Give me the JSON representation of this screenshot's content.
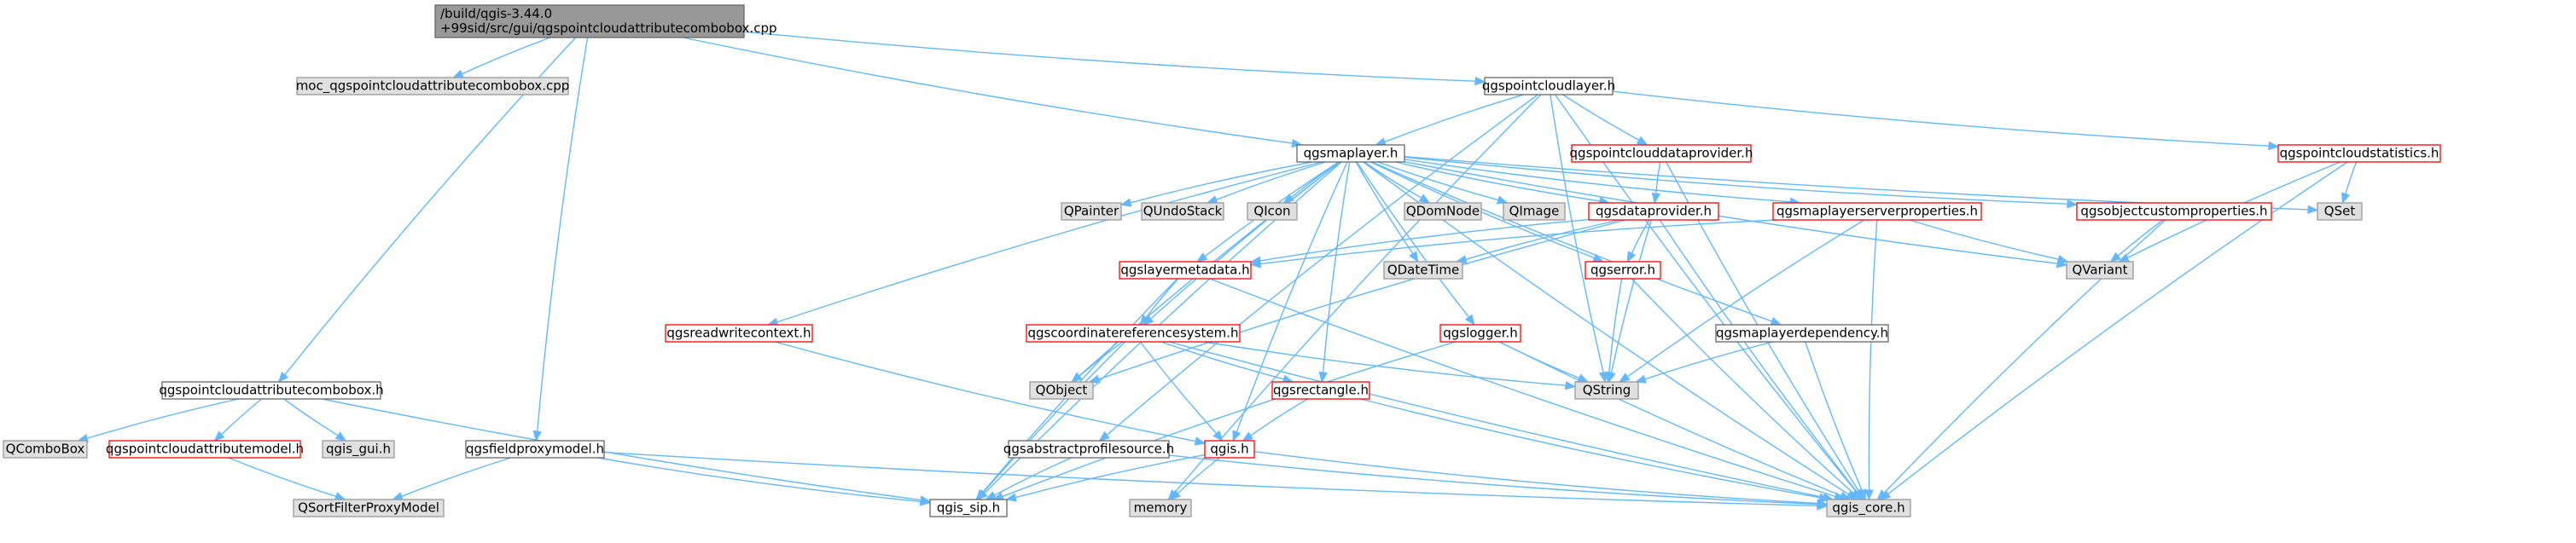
{
  "colors": {
    "edge": "#63b8ff",
    "root_fill": "#999999",
    "root_border": "#666666",
    "default_fill": "#ffffff",
    "default_border": "#666666",
    "truncated_border": "#ff0000",
    "external_fill": "#e0e0e0",
    "external_border": "#999999",
    "text": "#000000"
  },
  "nodes": [
    {
      "id": "root",
      "kind": "root",
      "lines": [
        "/build/qgis-3.44.0",
        "+99sid/src/gui/qgspointcloudattributecombobox.cpp"
      ]
    },
    {
      "id": "moc",
      "kind": "external",
      "lines": [
        "moc_qgspointcloudattributecombobox.cpp"
      ]
    },
    {
      "id": "pclayer",
      "kind": "default",
      "lines": [
        "qgspointcloudlayer.h"
      ]
    },
    {
      "id": "maplayer",
      "kind": "default",
      "lines": [
        "qgsmaplayer.h"
      ]
    },
    {
      "id": "pcprovider",
      "kind": "truncated",
      "lines": [
        "qgspointclouddataprovider.h"
      ]
    },
    {
      "id": "pcstats",
      "kind": "truncated",
      "lines": [
        "qgspointcloudstatistics.h"
      ]
    },
    {
      "id": "qpainter",
      "kind": "external",
      "lines": [
        "QPainter"
      ]
    },
    {
      "id": "qundostack",
      "kind": "external",
      "lines": [
        "QUndoStack"
      ]
    },
    {
      "id": "qicon",
      "kind": "external",
      "lines": [
        "QIcon"
      ]
    },
    {
      "id": "qdomnode",
      "kind": "external",
      "lines": [
        "QDomNode"
      ]
    },
    {
      "id": "qimage",
      "kind": "external",
      "lines": [
        "QImage"
      ]
    },
    {
      "id": "dataprovider",
      "kind": "truncated",
      "lines": [
        "qgsdataprovider.h"
      ]
    },
    {
      "id": "mlserverprops",
      "kind": "truncated",
      "lines": [
        "qgsmaplayerserverproperties.h"
      ]
    },
    {
      "id": "objcustomprops",
      "kind": "truncated",
      "lines": [
        "qgsobjectcustomproperties.h"
      ]
    },
    {
      "id": "qset",
      "kind": "external",
      "lines": [
        "QSet"
      ]
    },
    {
      "id": "qdatetime",
      "kind": "external",
      "lines": [
        "QDateTime"
      ]
    },
    {
      "id": "layermetadata",
      "kind": "truncated",
      "lines": [
        "qgslayermetadata.h"
      ]
    },
    {
      "id": "error",
      "kind": "truncated",
      "lines": [
        "qgserror.h"
      ]
    },
    {
      "id": "qvariant",
      "kind": "external",
      "lines": [
        "QVariant"
      ]
    },
    {
      "id": "readwritectx",
      "kind": "truncated",
      "lines": [
        "qgsreadwritecontext.h"
      ]
    },
    {
      "id": "crs",
      "kind": "truncated",
      "lines": [
        "qgscoordinatereferencesystem.h"
      ]
    },
    {
      "id": "logger",
      "kind": "truncated",
      "lines": [
        "qgslogger.h"
      ]
    },
    {
      "id": "mldependency",
      "kind": "default",
      "lines": [
        "qgsmaplayerdependency.h"
      ]
    },
    {
      "id": "qobject",
      "kind": "external",
      "lines": [
        "QObject"
      ]
    },
    {
      "id": "qstring",
      "kind": "external",
      "lines": [
        "QString"
      ]
    },
    {
      "id": "rectangle",
      "kind": "truncated",
      "lines": [
        "qgsrectangle.h"
      ]
    },
    {
      "id": "combobox",
      "kind": "default",
      "lines": [
        "qgspointcloudattributecombobox.h"
      ]
    },
    {
      "id": "qcombobox",
      "kind": "external",
      "lines": [
        "QComboBox"
      ]
    },
    {
      "id": "attrmodel",
      "kind": "truncated",
      "lines": [
        "qgspointcloudattributemodel.h"
      ]
    },
    {
      "id": "qgisgui",
      "kind": "external",
      "lines": [
        "qgis_gui.h"
      ]
    },
    {
      "id": "fieldproxy",
      "kind": "default",
      "lines": [
        "qgsfieldproxymodel.h"
      ]
    },
    {
      "id": "qsortfilter",
      "kind": "external",
      "lines": [
        "QSortFilterProxyModel"
      ]
    },
    {
      "id": "abstractprofile",
      "kind": "default",
      "lines": [
        "qgsabstractprofilesource.h"
      ]
    },
    {
      "id": "qgis",
      "kind": "truncated",
      "lines": [
        "qgis.h"
      ]
    },
    {
      "id": "qgissip",
      "kind": "default",
      "lines": [
        "qgis_sip.h"
      ]
    },
    {
      "id": "memory",
      "kind": "external",
      "lines": [
        "memory"
      ]
    },
    {
      "id": "qgiscore",
      "kind": "external",
      "lines": [
        "qgis_core.h"
      ]
    }
  ],
  "edges": [
    [
      "root",
      "moc"
    ],
    [
      "root",
      "pclayer"
    ],
    [
      "root",
      "maplayer"
    ],
    [
      "root",
      "combobox"
    ],
    [
      "root",
      "fieldproxy"
    ],
    [
      "pclayer",
      "maplayer"
    ],
    [
      "pclayer",
      "pcprovider"
    ],
    [
      "pclayer",
      "pcstats"
    ],
    [
      "pclayer",
      "qgiscore"
    ],
    [
      "pclayer",
      "qstring"
    ],
    [
      "pclayer",
      "abstractprofile"
    ],
    [
      "pclayer",
      "memory"
    ],
    [
      "pcprovider",
      "dataprovider"
    ],
    [
      "pcprovider",
      "qgiscore"
    ],
    [
      "pcstats",
      "qset"
    ],
    [
      "pcstats",
      "qvariant"
    ],
    [
      "pcstats",
      "qgiscore"
    ],
    [
      "maplayer",
      "qpainter"
    ],
    [
      "maplayer",
      "qundostack"
    ],
    [
      "maplayer",
      "qicon"
    ],
    [
      "maplayer",
      "qdomnode"
    ],
    [
      "maplayer",
      "qimage"
    ],
    [
      "maplayer",
      "dataprovider"
    ],
    [
      "maplayer",
      "mlserverprops"
    ],
    [
      "maplayer",
      "objcustomprops"
    ],
    [
      "maplayer",
      "qset"
    ],
    [
      "maplayer",
      "qdatetime"
    ],
    [
      "maplayer",
      "layermetadata"
    ],
    [
      "maplayer",
      "error"
    ],
    [
      "maplayer",
      "qvariant"
    ],
    [
      "maplayer",
      "readwritectx"
    ],
    [
      "maplayer",
      "crs"
    ],
    [
      "maplayer",
      "logger"
    ],
    [
      "maplayer",
      "mldependency"
    ],
    [
      "maplayer",
      "qobject"
    ],
    [
      "maplayer",
      "rectangle"
    ],
    [
      "maplayer",
      "qgis"
    ],
    [
      "maplayer",
      "qgissip"
    ],
    [
      "maplayer",
      "qgiscore"
    ],
    [
      "dataprovider",
      "qdatetime"
    ],
    [
      "dataprovider",
      "layermetadata"
    ],
    [
      "dataprovider",
      "error"
    ],
    [
      "dataprovider",
      "qobject"
    ],
    [
      "dataprovider",
      "qstring"
    ],
    [
      "dataprovider",
      "qgiscore"
    ],
    [
      "mlserverprops",
      "layermetadata"
    ],
    [
      "mlserverprops",
      "qvariant"
    ],
    [
      "mlserverprops",
      "qstring"
    ],
    [
      "mlserverprops",
      "qgiscore"
    ],
    [
      "objcustomprops",
      "qvariant"
    ],
    [
      "objcustomprops",
      "qgiscore"
    ],
    [
      "layermetadata",
      "crs"
    ],
    [
      "layermetadata",
      "qgissip"
    ],
    [
      "layermetadata",
      "qgiscore"
    ],
    [
      "error",
      "qstring"
    ],
    [
      "error",
      "qgiscore"
    ],
    [
      "readwritectx",
      "qgis"
    ],
    [
      "crs",
      "qobject"
    ],
    [
      "crs",
      "qstring"
    ],
    [
      "crs",
      "rectangle"
    ],
    [
      "crs",
      "qgis"
    ],
    [
      "crs",
      "qgissip"
    ],
    [
      "crs",
      "qgiscore"
    ],
    [
      "logger",
      "qstring"
    ],
    [
      "logger",
      "qgissip"
    ],
    [
      "logger",
      "qgiscore"
    ],
    [
      "mldependency",
      "qstring"
    ],
    [
      "mldependency",
      "qgiscore"
    ],
    [
      "rectangle",
      "qgis"
    ],
    [
      "rectangle",
      "qgiscore"
    ],
    [
      "qgis",
      "qgissip"
    ],
    [
      "qgis",
      "memory"
    ],
    [
      "qgis",
      "qgiscore"
    ],
    [
      "abstractprofile",
      "qgissip"
    ],
    [
      "abstractprofile",
      "qgiscore"
    ],
    [
      "combobox",
      "qcombobox"
    ],
    [
      "combobox",
      "attrmodel"
    ],
    [
      "combobox",
      "qgisgui"
    ],
    [
      "combobox",
      "qgissip"
    ],
    [
      "attrmodel",
      "qsortfilter"
    ],
    [
      "fieldproxy",
      "qsortfilter"
    ],
    [
      "fieldproxy",
      "qgissip"
    ],
    [
      "fieldproxy",
      "qgiscore"
    ]
  ]
}
